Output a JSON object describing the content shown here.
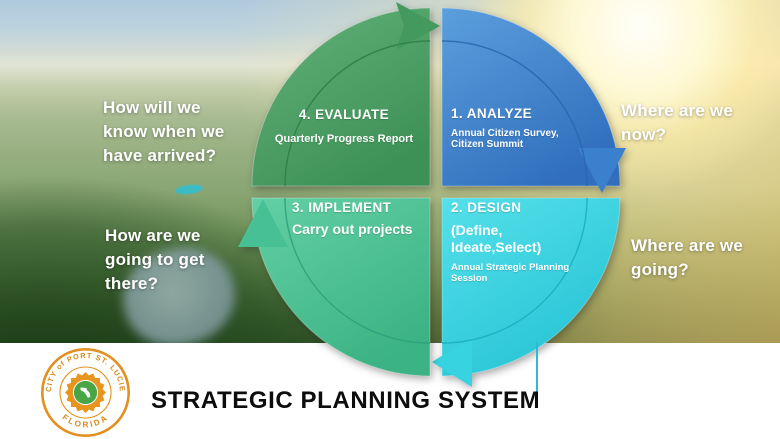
{
  "title": "STRATEGIC PLANNING SYSTEM",
  "logo": {
    "arc_text": "CITY of PORT ST. LUCIE",
    "bottom_text": "FLORIDA",
    "seal_orange": "#e2901f",
    "seal_green": "#4aa546"
  },
  "questions": {
    "top_left": "How will we\nknow when we\nhave arrived?",
    "top_right": "Where are we\nnow?",
    "bottom_left": "How are we\ngoing to get\nthere?",
    "bottom_right": "Where are we\ngoing?"
  },
  "quadrants": {
    "analyze": {
      "step": "1. ANALYZE",
      "details": "Annual Citizen Survey,\nCitizen Summit",
      "color": "#3a80cc",
      "edge_color": "#2a66ab"
    },
    "design": {
      "step": "2. DESIGN",
      "subtitle": "(Define,\nIdeate,Select)",
      "details": "Annual Strategic Planning\n Session",
      "color": "#38d3e0",
      "edge_color": "#17aebf"
    },
    "implement": {
      "step": "3. IMPLEMENT",
      "details": "Carry out projects",
      "color": "#48c096",
      "edge_color": "#2da078"
    },
    "evaluate": {
      "step": "4. EVALUATE",
      "details": "Quarterly Progress Report",
      "color": "#449a5e",
      "edge_color": "#2e7d49"
    }
  },
  "colors": {
    "leader_line": "#2fb9d8"
  }
}
